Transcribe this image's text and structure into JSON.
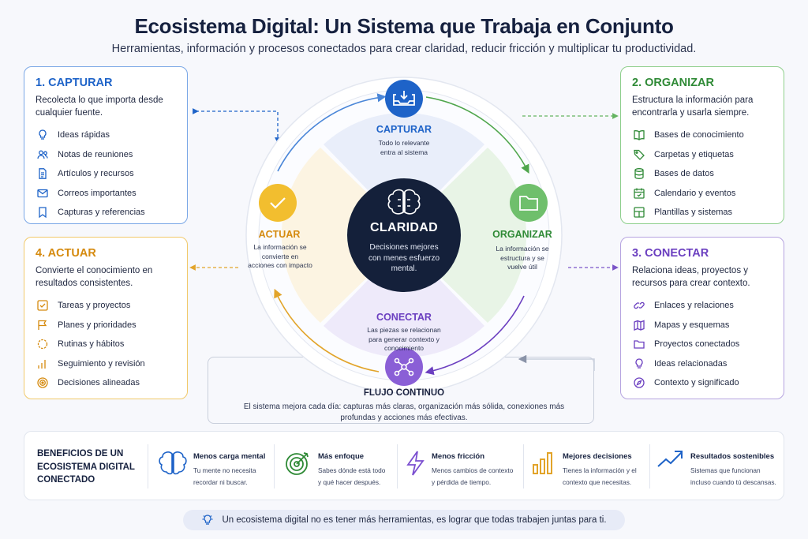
{
  "header": {
    "title": "Ecosistema Digital: Un Sistema que Trabaja en Conjunto",
    "subtitle": "Herramientas, información y procesos conectados para crear claridad, reducir fricción y multiplicar tu productividad."
  },
  "colors": {
    "capturar": "#1e63c8",
    "organizar": "#2f8a36",
    "actuar": "#d58a0e",
    "conectar": "#6b3fc0",
    "center": "#14203a"
  },
  "cards": {
    "capturar": {
      "title": "1. CAPTURAR",
      "desc": "Recolecta lo que importa desde cualquier fuente.",
      "items": [
        {
          "label": "Ideas rápidas",
          "icon": "lightbulb-icon"
        },
        {
          "label": "Notas de reuniones",
          "icon": "people-icon"
        },
        {
          "label": "Artículos y recursos",
          "icon": "document-icon"
        },
        {
          "label": "Correos importantes",
          "icon": "mail-icon"
        },
        {
          "label": "Capturas y referencias",
          "icon": "bookmark-icon"
        }
      ]
    },
    "organizar": {
      "title": "2. ORGANIZAR",
      "desc": "Estructura la información para encontrarla y usarla siempre.",
      "items": [
        {
          "label": "Bases de conocimiento",
          "icon": "book-icon"
        },
        {
          "label": "Carpetas y etiquetas",
          "icon": "tag-icon"
        },
        {
          "label": "Bases de datos",
          "icon": "database-icon"
        },
        {
          "label": "Calendario y eventos",
          "icon": "calendar-icon"
        },
        {
          "label": "Plantillas y sistemas",
          "icon": "template-icon"
        }
      ]
    },
    "actuar": {
      "title": "4. ACTUAR",
      "desc": "Convierte el conocimiento en resultados consistentes.",
      "items": [
        {
          "label": "Tareas y proyectos",
          "icon": "checkbox-icon"
        },
        {
          "label": "Planes y prioridades",
          "icon": "flag-icon"
        },
        {
          "label": "Rutinas y hábitos",
          "icon": "cycle-icon"
        },
        {
          "label": "Seguimiento y revisión",
          "icon": "bar-chart-icon"
        },
        {
          "label": "Decisiones alineadas",
          "icon": "target-icon"
        }
      ]
    },
    "conectar": {
      "title": "3. CONECTAR",
      "desc": "Relaciona ideas, proyectos y recursos para crear contexto.",
      "items": [
        {
          "label": "Enlaces y relaciones",
          "icon": "link-icon"
        },
        {
          "label": "Mapas y esquemas",
          "icon": "map-icon"
        },
        {
          "label": "Proyectos conectados",
          "icon": "folder-icon"
        },
        {
          "label": "Ideas relacionadas",
          "icon": "lightbulb-icon"
        },
        {
          "label": "Contexto y significado",
          "icon": "compass-icon"
        }
      ]
    }
  },
  "cycle": {
    "center": {
      "title": "CLARIDAD",
      "desc": "Decisiones mejores con menes esfuerzo mental."
    },
    "capturar": {
      "title": "CAPTURAR",
      "desc": "Todo lo relevante entra al sistema"
    },
    "organizar": {
      "title": "ORGANIZAR",
      "desc": "La información se estructura y se vuelve útil"
    },
    "conectar": {
      "title": "CONECTAR",
      "desc": "Las piezas se relacionan para generar contexto y conocimiento"
    },
    "actuar": {
      "title": "ACTUAR",
      "desc": "La información se convierte en acciones con impacto"
    }
  },
  "flow": {
    "title": "FLUJO CONTINUO",
    "desc": "El sistema mejora cada día: capturas más claras, organización más sólida, conexiones más profundas y acciones más efectivas."
  },
  "benefits": {
    "title": "BENEFICIOS DE UN ECOSISTEMA DIGITAL CONECTADO",
    "items": [
      {
        "title": "Menos carga mental",
        "desc1": "Tu mente no necesita",
        "desc2": "recordar ni buscar.",
        "icon": "brain-icon"
      },
      {
        "title": "Más enfoque",
        "desc1": "Sabes dónde está todo",
        "desc2": "y qué hacer después.",
        "icon": "target-icon"
      },
      {
        "title": "Menos fricción",
        "desc1": "Menos cambios de contexto",
        "desc2": "y pérdida de tiempo.",
        "icon": "lightning-icon"
      },
      {
        "title": "Mejores decisiones",
        "desc1": "Tienes la información y el",
        "desc2": "contexto que necesitas.",
        "icon": "bar-chart-icon"
      },
      {
        "title": "Resultados sostenibles",
        "desc1": "Sistemas que funcionan",
        "desc2": "incluso cuando tú descansas.",
        "icon": "trend-up-icon"
      }
    ]
  },
  "footer": {
    "text": "Un ecosistema digital no es tener más herramientas, es lograr que todas trabajen juntas para ti."
  }
}
